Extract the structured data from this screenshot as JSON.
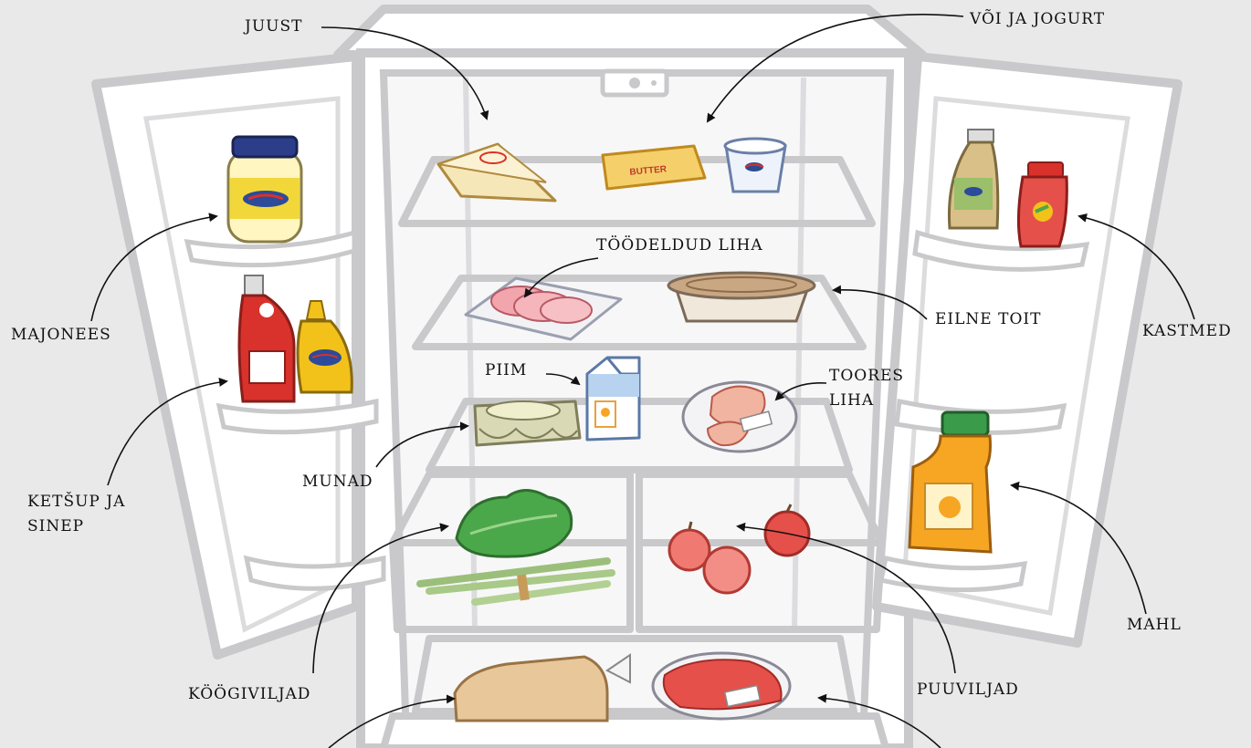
{
  "labels": {
    "juust": "JUUST",
    "voi_ja_jogurt": "VÕI JA JOGURT",
    "toodeldud_liha": "TÖÖDELDUD LIHA",
    "eilne_toit": "EILNE TOIT",
    "majonees": "MAJONEES",
    "kastmed": "KASTMED",
    "piim": "PIIM",
    "toores_liha_1": "TOORES",
    "toores_liha_2": "LIHA",
    "munad": "MUNAD",
    "ketsup_1": "KETŠUP JA",
    "ketsup_2": "SINEP",
    "mahl": "MAHL",
    "koogiviljad": "KÖÖGIVILJAD",
    "puuviljad": "PUUVILJAD"
  },
  "packaging_text": {
    "butter": "BUTTER"
  },
  "colors": {
    "background": "#e9e9ea",
    "fridge_outline": "#c9c9cb",
    "fridge_fill": "#ffffff",
    "ketchup": "#d9312b",
    "mustard": "#f2c21b",
    "juice": "#f6a623",
    "lettuce": "#3f9b3a",
    "apple": "#e5504a"
  }
}
